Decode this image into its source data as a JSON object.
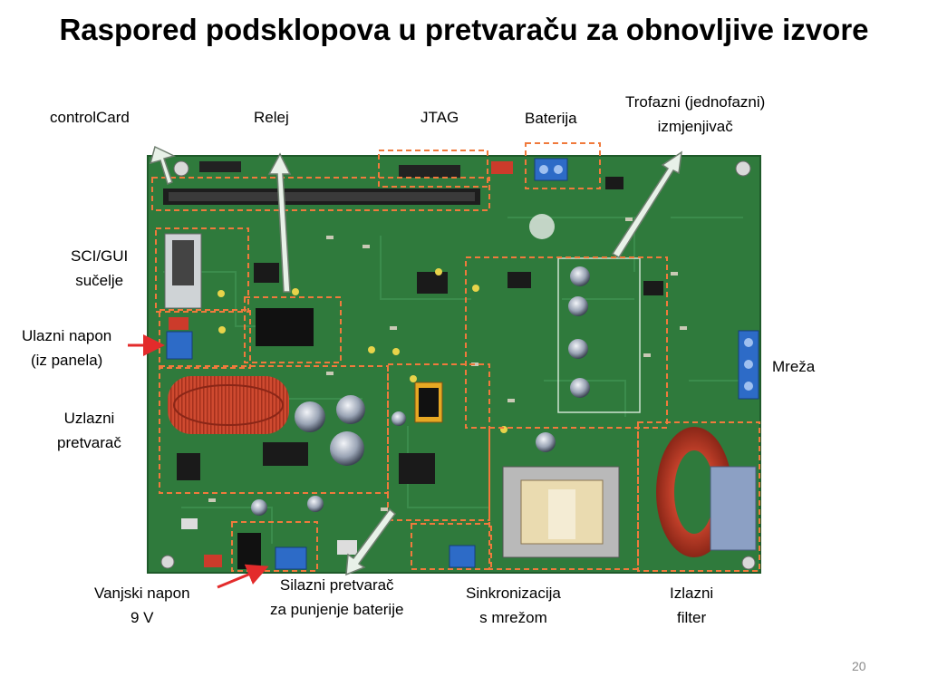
{
  "title": "Raspored podsklopova u pretvaraču za obnovljive izvore",
  "labels": {
    "controlcard": "controlCard",
    "relej": "Relej",
    "jtag": "JTAG",
    "baterija": "Baterija",
    "trofazni": "Trofazni (jednofazni)\nizmjenjivač",
    "sci_gui": "SCI/GUI\nsučelje",
    "ulazni_napon": "Ulazni napon\n(iz panela)",
    "uzlazni": "Uzlazni\npretvarač",
    "mreza": "Mreža",
    "vanjski_napon": "Vanjski napon\n9 V",
    "silazni": "Silazni pretvarač\nza punjenje baterije",
    "sinkronizacija": "Sinkronizacija\ns mrežom",
    "izlazni": "Izlazni\nfilter"
  },
  "page_number": "20",
  "colors": {
    "board": "#2f7a3c",
    "region_outline": "#f07a3c",
    "callout_arrow": "#e8f1e8",
    "red_arrow": "#e32b2b"
  }
}
